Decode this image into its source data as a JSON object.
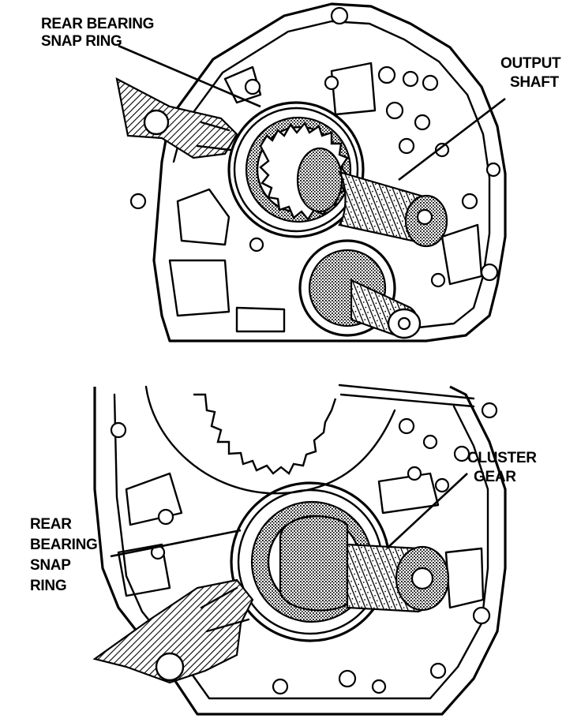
{
  "top_diagram": {
    "label_rear_bearing_snap_ring": [
      "REAR BEARING",
      "SNAP RING"
    ],
    "label_output_shaft": [
      "OUTPUT",
      "SHAFT"
    ]
  },
  "bottom_diagram": {
    "label_cluster_gear": [
      "CLUSTER",
      "GEAR"
    ],
    "label_rear_bearing_snap_ring": [
      "REAR",
      "BEARING",
      "SNAP",
      "RING"
    ]
  }
}
